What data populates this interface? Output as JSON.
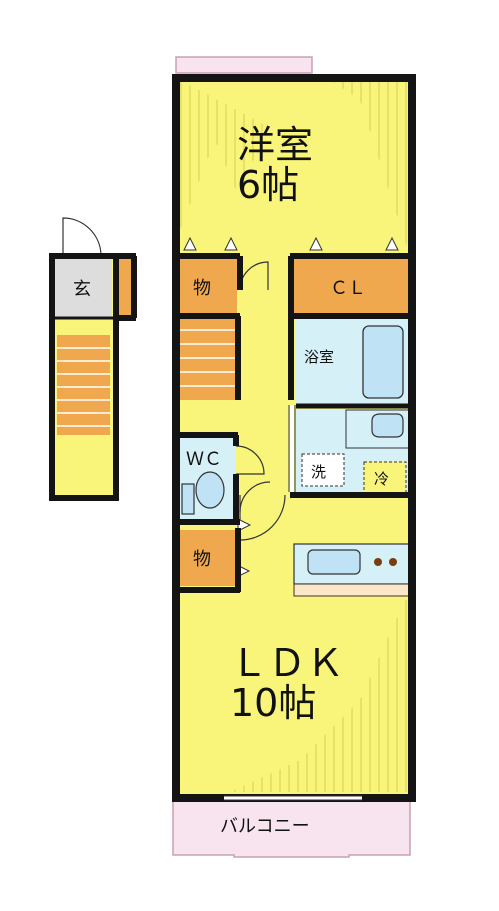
{
  "plan": {
    "colors": {
      "wall": "#141414",
      "floor": "#f8f57a",
      "closet": "#f0a84e",
      "stair": "#f0a84e",
      "water": "#d6f0f8",
      "fixture": "#bfe3f5",
      "balcony": "#f8e4ee",
      "entry": "#dddddd"
    },
    "rooms": {
      "western_room": {
        "name": "洋室",
        "size": "6帖"
      },
      "ldk": {
        "name": "ＬＤＫ",
        "size": "10帖"
      },
      "entrance": {
        "name": "玄"
      },
      "storage_upper": {
        "name": "物"
      },
      "storage_lower": {
        "name": "物"
      },
      "closet": {
        "name": "ＣＬ"
      },
      "bathroom": {
        "name": "浴室"
      },
      "toilet": {
        "name": "ＷＣ"
      },
      "washer": {
        "name": "洗"
      },
      "fridge": {
        "name": "冷"
      },
      "balcony": {
        "name": "バルコニー"
      }
    }
  }
}
